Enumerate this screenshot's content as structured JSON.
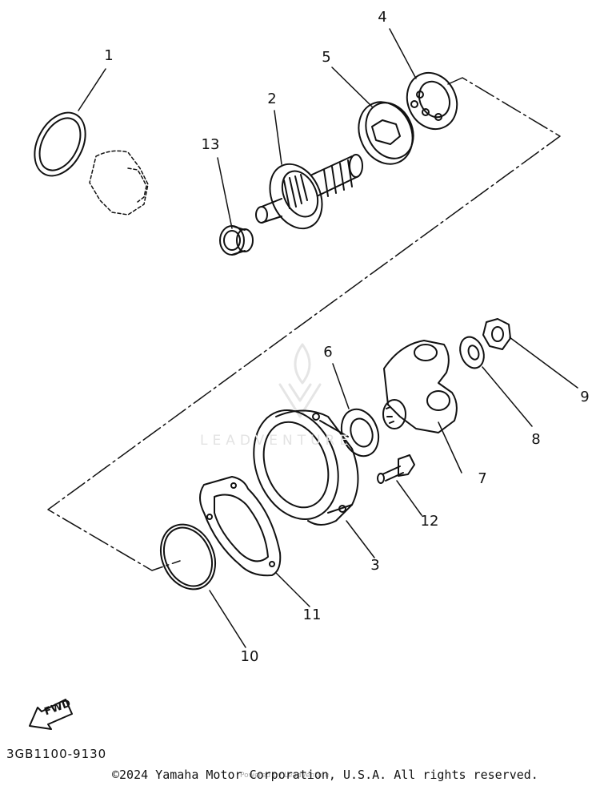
{
  "callouts": {
    "c1": "1",
    "c2": "2",
    "c3": "3",
    "c4": "4",
    "c5": "5",
    "c6": "6",
    "c7": "7",
    "c8": "8",
    "c9": "9",
    "c10": "10",
    "c11": "11",
    "c12": "12",
    "c13": "13"
  },
  "fwd_label": "FWD",
  "part_code": "3GB1100-9130",
  "copyright": "©2024 Yamaha Motor Corporation, U.S.A. All rights reserved.",
  "watermark": "LEADVENTURE",
  "ref_text": "Powered by LeadVenture"
}
